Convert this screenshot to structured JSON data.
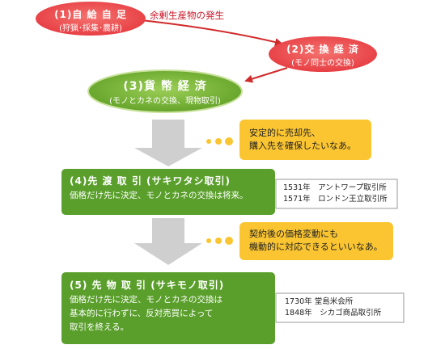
{
  "stages": {
    "s1": {
      "title": "(1)自 給 自 足",
      "sub": "(狩猟･採集･農耕)"
    },
    "s2": {
      "title": "(2)交 換 経 済",
      "sub": "(モノ同士の交換)"
    },
    "s3": {
      "title": "(3)貨 幣 経 済",
      "sub": "(モノとカネの交換、現物取引)"
    },
    "s4": {
      "title": "(4)先 渡 取 引 (サキワタシ取引)",
      "lines": [
        "価格だけ先に決定、モノとカネの交換は将来。"
      ]
    },
    "s5": {
      "title": "(5) 先 物 取 引 (サキモノ取引)",
      "lines": [
        "価格だけ先に決定、モノとカネの交換は",
        "基本的に行わずに、反対売買によって",
        "取引を終える。"
      ]
    }
  },
  "arrow_label": "余剰生産物の発生",
  "bubbles": [
    {
      "lines": [
        "安定的に売却先、",
        "購入先を確保したいなあ。"
      ]
    },
    {
      "lines": [
        "契約後の価格変動にも",
        "機動的に対応できるといいなあ。"
      ]
    }
  ],
  "notes": [
    {
      "lines": [
        "1531年　アントワープ取引所",
        "1571年　ロンドン王立取引所"
      ]
    },
    {
      "lines": [
        "1730年 堂島米会所",
        "1848年　シカゴ商品取引所"
      ]
    }
  ],
  "colors": {
    "oval_red": "#ee4a4f",
    "green": "#5a9f2b",
    "green_light": "#7fbd43",
    "arrow_gray": "#cfcfcf",
    "bubble_yellow": "#fbc531",
    "arrow_red": "#d12a2a"
  }
}
